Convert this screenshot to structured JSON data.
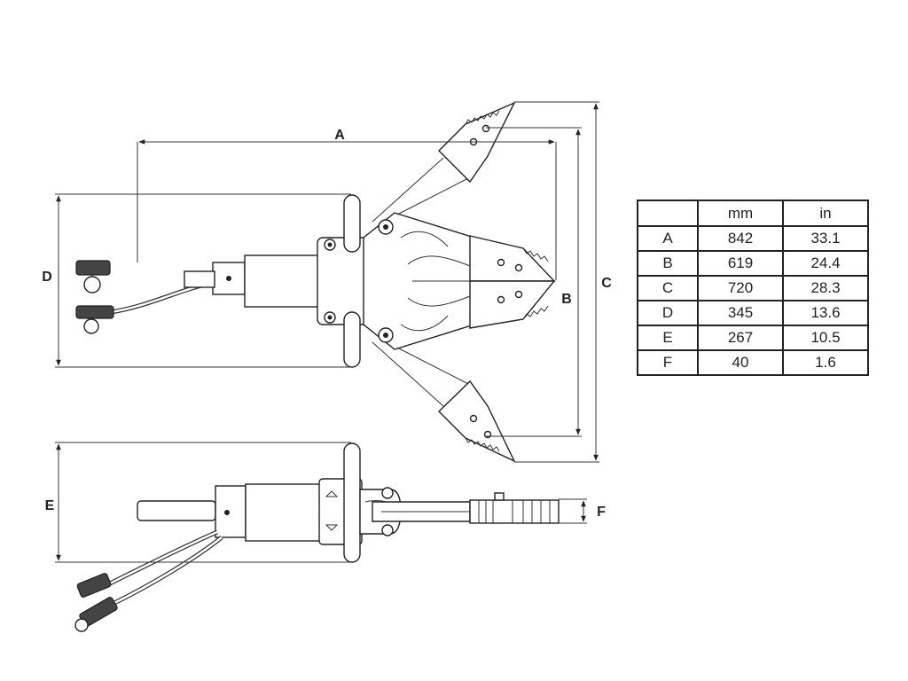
{
  "dimension_labels": {
    "a": "A",
    "b": "B",
    "c": "C",
    "d": "D",
    "e": "E",
    "f": "F"
  },
  "table": {
    "headers": [
      "",
      "mm",
      "in"
    ],
    "rows": [
      {
        "dim": "A",
        "mm": "842",
        "in": "33.1"
      },
      {
        "dim": "B",
        "mm": "619",
        "in": "24.4"
      },
      {
        "dim": "C",
        "mm": "720",
        "in": "28.3"
      },
      {
        "dim": "D",
        "mm": "345",
        "in": "13.6"
      },
      {
        "dim": "E",
        "mm": "267",
        "in": "10.5"
      },
      {
        "dim": "F",
        "mm": "40",
        "in": "1.6"
      }
    ]
  }
}
